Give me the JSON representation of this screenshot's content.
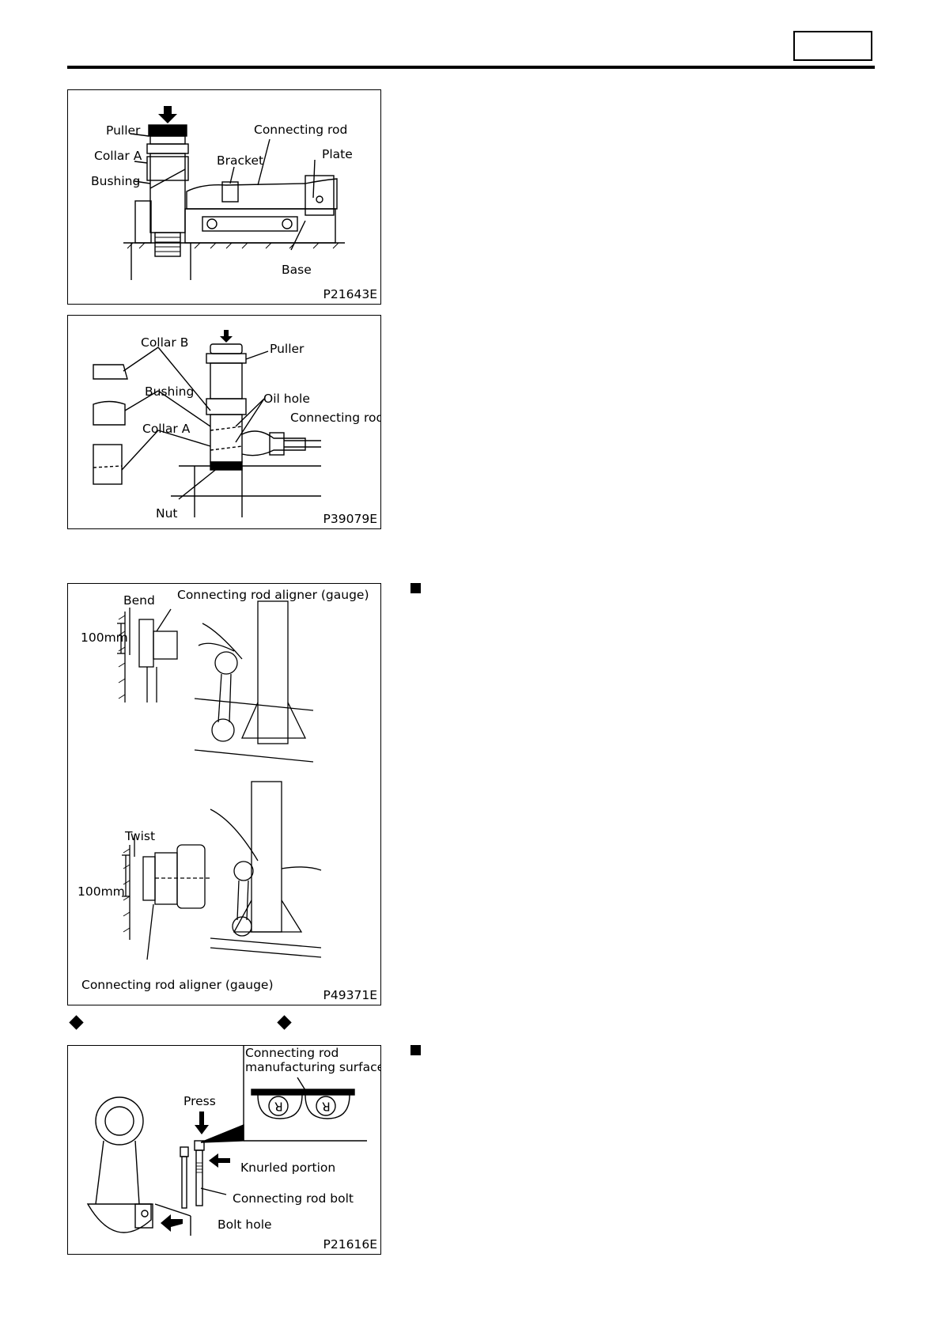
{
  "figures": {
    "fig1": {
      "code": "P21643E",
      "labels": {
        "puller": "Puller",
        "connecting_rod": "Connecting rod",
        "collar_a": "Collar A",
        "plate": "Plate",
        "bracket": "Bracket",
        "bushing": "Bushing",
        "base": "Base"
      }
    },
    "fig2": {
      "code": "P39079E",
      "labels": {
        "collar_b": "Collar B",
        "puller": "Puller",
        "bushing": "Bushing",
        "oil_hole": "Oil hole",
        "connecting_rod": "Connecting rod",
        "collar_a": "Collar A",
        "nut": "Nut"
      }
    },
    "fig3": {
      "code": "P49371E",
      "labels": {
        "bend": "Bend",
        "aligner_top": "Connecting rod aligner (gauge)",
        "mm_top": "100mm",
        "twist": "Twist",
        "mm_bottom": "100mm",
        "aligner_bottom": "Connecting rod aligner (gauge)"
      }
    },
    "fig4": {
      "code": "P21616E",
      "labels": {
        "manufacturing_surface_1": "Connecting rod",
        "manufacturing_surface_2": "manufacturing surface",
        "press": "Press",
        "knurled": "Knurled portion",
        "rod_bolt": "Connecting rod bolt",
        "bolt_hole": "Bolt hole",
        "mark": "R"
      }
    }
  }
}
